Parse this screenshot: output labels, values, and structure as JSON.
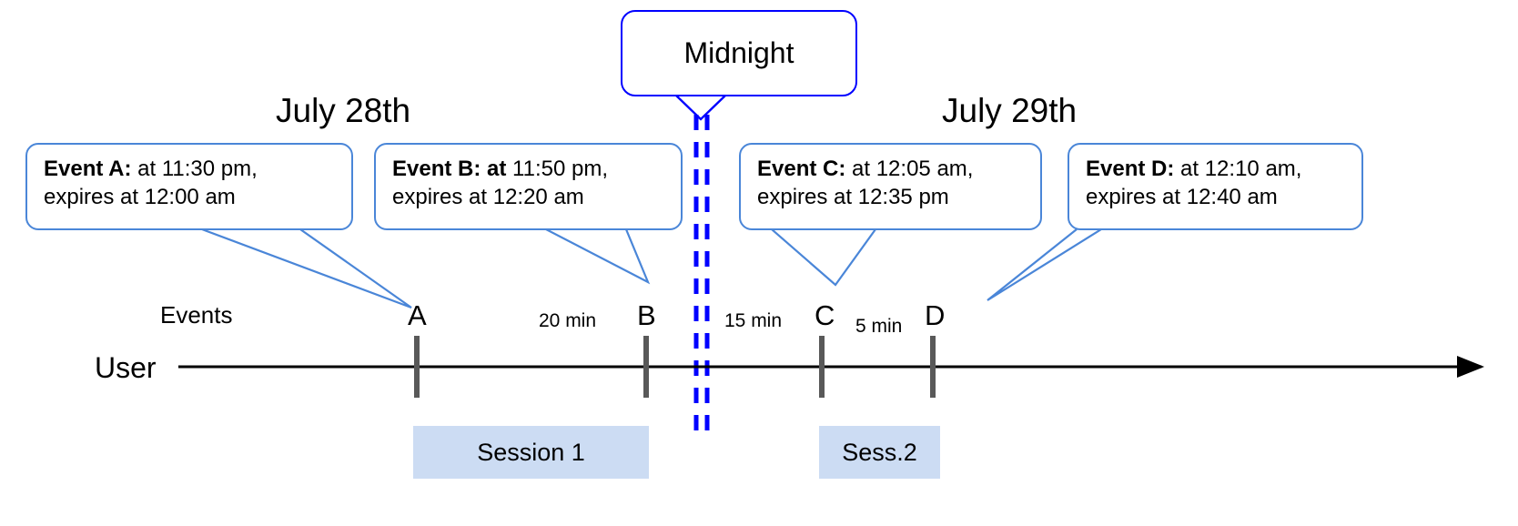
{
  "diagram": {
    "title_midnight": "Midnight",
    "dates": [
      {
        "id": "july-28",
        "label": "July 28th"
      },
      {
        "id": "july-29",
        "label": "July 29th"
      }
    ],
    "callouts": [
      {
        "id": "event-a",
        "bold": "Event A:",
        "rest_line1": " at 11:30 pm,",
        "line2": "expires at 12:00 am"
      },
      {
        "id": "event-b",
        "bold": "Event B: at",
        "rest_line1": " 11:50 pm,",
        "line2": "expires at 12:20 am"
      },
      {
        "id": "event-c",
        "bold": "Event C:",
        "rest_line1": " at 12:05 am,",
        "line2": "expires at 12:35 pm"
      },
      {
        "id": "event-d",
        "bold": "Event D:",
        "rest_line1": "  at 12:10 am,",
        "line2": "expires at 12:40 am"
      }
    ],
    "axis": {
      "row_label": "User",
      "events_label": "Events"
    },
    "ticks": [
      {
        "id": "tick-a",
        "letter": "A"
      },
      {
        "id": "tick-b",
        "letter": "B"
      },
      {
        "id": "tick-c",
        "letter": "C"
      },
      {
        "id": "tick-d",
        "letter": "D"
      }
    ],
    "gaps": [
      {
        "id": "gap-ab",
        "label": "20 min"
      },
      {
        "id": "gap-bc",
        "label": "15 min"
      },
      {
        "id": "gap-cd",
        "label": "5 min"
      }
    ],
    "sessions": [
      {
        "id": "session-1",
        "label": "Session 1"
      },
      {
        "id": "session-2",
        "label": "Sess.2"
      }
    ],
    "colors": {
      "callout_border": "#4a86d8",
      "midnight_border": "#0000ff",
      "midnight_dash": "#0000ff",
      "session_fill": "#ccdcf3",
      "tick": "#595959",
      "axis": "#000000",
      "leader": "#4a86d8"
    }
  }
}
